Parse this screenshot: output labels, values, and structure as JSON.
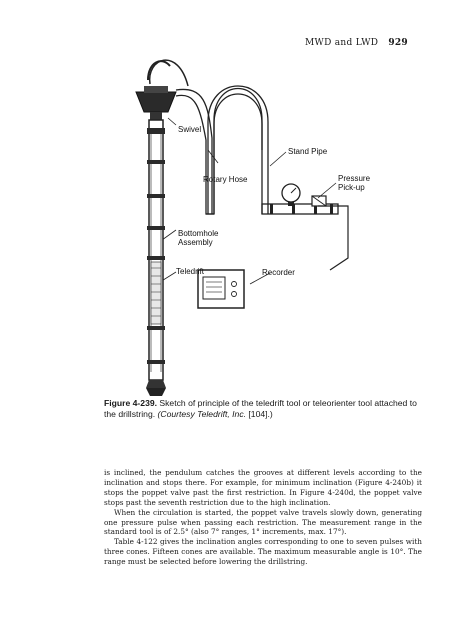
{
  "header": {
    "running_title": "MWD and LWD",
    "page_number": "929"
  },
  "figure": {
    "labels": {
      "swivel": "Swivel",
      "stand_pipe": "Stand Pipe",
      "rotary_hose": "Rotary Hose",
      "pressure_pickup_line1": "Pressure",
      "pressure_pickup_line2": "Pick-up",
      "bottomhole_line1": "Bottomhole",
      "bottomhole_line2": "Assembly",
      "teledrift": "Teledrift",
      "recorder": "Recorder"
    },
    "caption": {
      "number": "Figure 4-239.",
      "text": " Sketch of principle of the teledrift tool or teleorienter tool attached to the drillstring. ",
      "credit": "(Courtesy Teledrift, Inc.",
      "ref": " [104].)"
    }
  },
  "body": {
    "p1": "is inclined, the pendulum catches the grooves at different levels according to the inclination and stops there. For example, for minimum inclination (Figure 4-240b) it stops the poppet valve past the first restriction. In Figure 4-240d, the poppet valve stops past the seventh restriction due to the high inclination.",
    "p2": "When the circulation is started, the poppet valve travels slowly down, generating one pressure pulse when passing each restriction. The measurement range in the standard tool is of 2.5° (also 7° ranges, 1° increments, max. 17°).",
    "p3": "Table 4-122 gives the inclination angles corresponding to one to seven pulses with three cones. Fifteen cones are available. The maximum measurable angle is 10°. The range must be selected before lowering the drillstring."
  }
}
